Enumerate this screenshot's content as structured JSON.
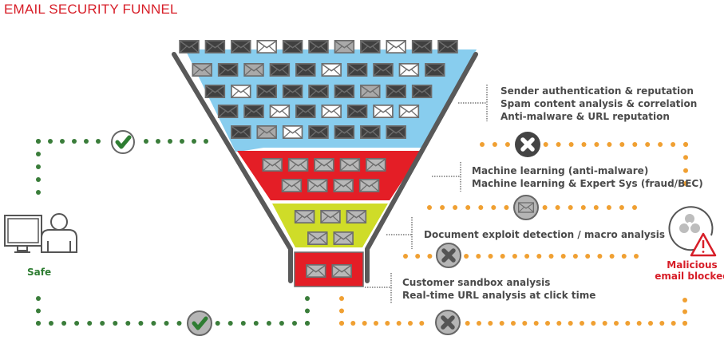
{
  "title": "EMAIL SECURITY FUNNEL",
  "colors": {
    "title": "#d71e28",
    "stage1": "#88cdee",
    "stage2": "#e41e26",
    "stage3": "#cfdc28",
    "stage4": "#e41e26",
    "funnel_wall": "#555555",
    "safe_path": "#3a7d3a",
    "blocked_path": "#f0a032",
    "label_text": "#4a4a4a"
  },
  "stages": [
    {
      "id": "stage-1",
      "labels": [
        "Sender authentication & reputation",
        "Spam content analysis & correlation",
        "Anti-malware & URL reputation"
      ],
      "email_rows": [
        [
          "dark",
          "dark",
          "dark",
          "white",
          "dark",
          "dark",
          "gray",
          "dark",
          "white",
          "dark",
          "dark"
        ],
        [
          "gray",
          "dark",
          "gray",
          "dark",
          "dark",
          "white",
          "dark",
          "dark",
          "white",
          "dark"
        ],
        [
          "dark",
          "white",
          "dark",
          "dark",
          "dark",
          "dark",
          "gray",
          "dark",
          "dark"
        ],
        [
          "dark",
          "dark",
          "white",
          "dark",
          "white",
          "dark",
          "white",
          "white"
        ],
        [
          "dark",
          "gray",
          "white",
          "dark",
          "dark",
          "dark",
          "dark"
        ]
      ],
      "outcome_icon": "x-circle-dark-icon"
    },
    {
      "id": "stage-2",
      "labels": [
        "Machine learning (anti-malware)",
        "Machine learning & Expert Sys (fraud/BEC)"
      ],
      "email_rows": [
        5,
        4
      ],
      "outcome_icon": "envelope-circle-icon"
    },
    {
      "id": "stage-3",
      "labels": [
        "Document exploit detection / macro analysis"
      ],
      "email_rows": [
        3,
        2
      ],
      "outcome_icon": "x-circle-gray-icon"
    },
    {
      "id": "stage-4",
      "labels": [
        "Customer sandbox analysis",
        "Real-time URL analysis at click time"
      ],
      "email_rows": [
        2
      ],
      "outcome_icon": "x-circle-gray-icon"
    }
  ],
  "endpoints": {
    "safe_label": "Safe",
    "blocked_label_line1": "Malicious",
    "blocked_label_line2": "email blocked"
  }
}
